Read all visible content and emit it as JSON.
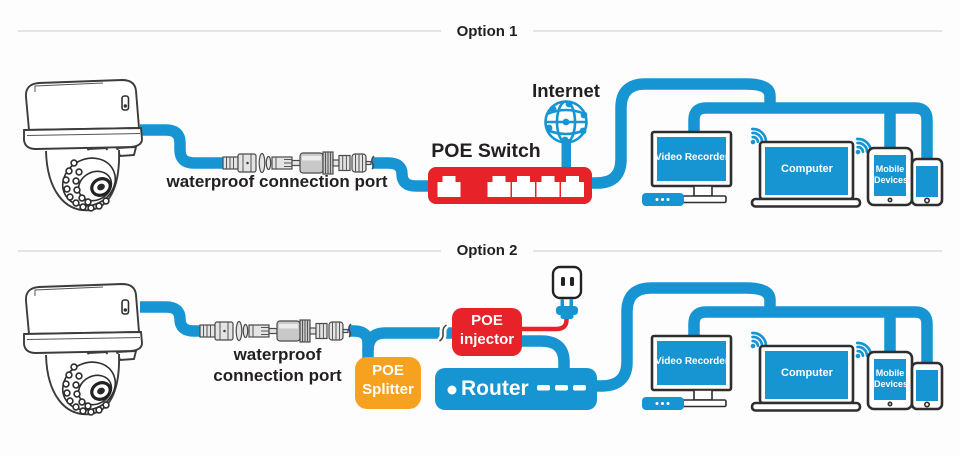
{
  "colors": {
    "blue": "#1795d3",
    "red": "#e72229",
    "orange": "#f7a120",
    "text_dark": "#231f20",
    "divider": "#dcdcdc",
    "device_stroke": "#2e2e2e",
    "background": "#fdfdfd"
  },
  "option1": {
    "title": "Option 1",
    "internet_label": "Internet",
    "poe_switch_label": "POE Switch",
    "waterproof_label": "waterproof connection port"
  },
  "option2": {
    "title": "Option 2",
    "waterproof_line1": "waterproof",
    "waterproof_line2": "connection port",
    "splitter_line1": "POE",
    "splitter_line2": "Splitter",
    "injector_line1": "POE",
    "injector_line2": "injector",
    "router_label": "Router"
  },
  "devices": {
    "video_recorder_label": "Video Recorder",
    "computer_label": "Computer",
    "mobile_line1": "Mobile",
    "mobile_line2": "Devices"
  },
  "icons": {
    "camera": "dome-camera-icon",
    "connector": "waterproof-connector-icon",
    "globe": "internet-globe-icon",
    "wifi": "wifi-signal-icon",
    "ethernet_port": "ethernet-port-icon",
    "outlet": "power-outlet-icon",
    "plug": "power-plug-icon",
    "cable_break": "cable-break-icon",
    "router_led": "led-dot-icon",
    "recorder_dots": "recorder-led-dots-icon"
  }
}
